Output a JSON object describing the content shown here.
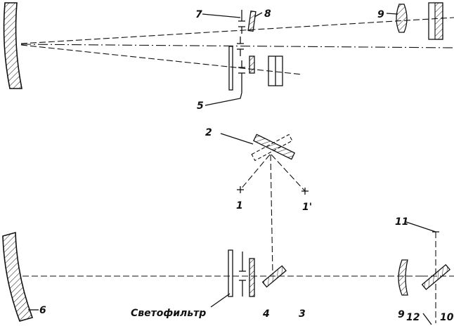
{
  "labels": {
    "l7": "7",
    "l8": "8",
    "l9a": "9",
    "l5": "5",
    "l2": "2",
    "l1": "1",
    "l1p": "1'",
    "l11": "11",
    "l6": "6",
    "filter": "Светофильтр",
    "l4": "4",
    "l3": "3",
    "l9b": "9",
    "l12": "12",
    "l10": "10"
  }
}
